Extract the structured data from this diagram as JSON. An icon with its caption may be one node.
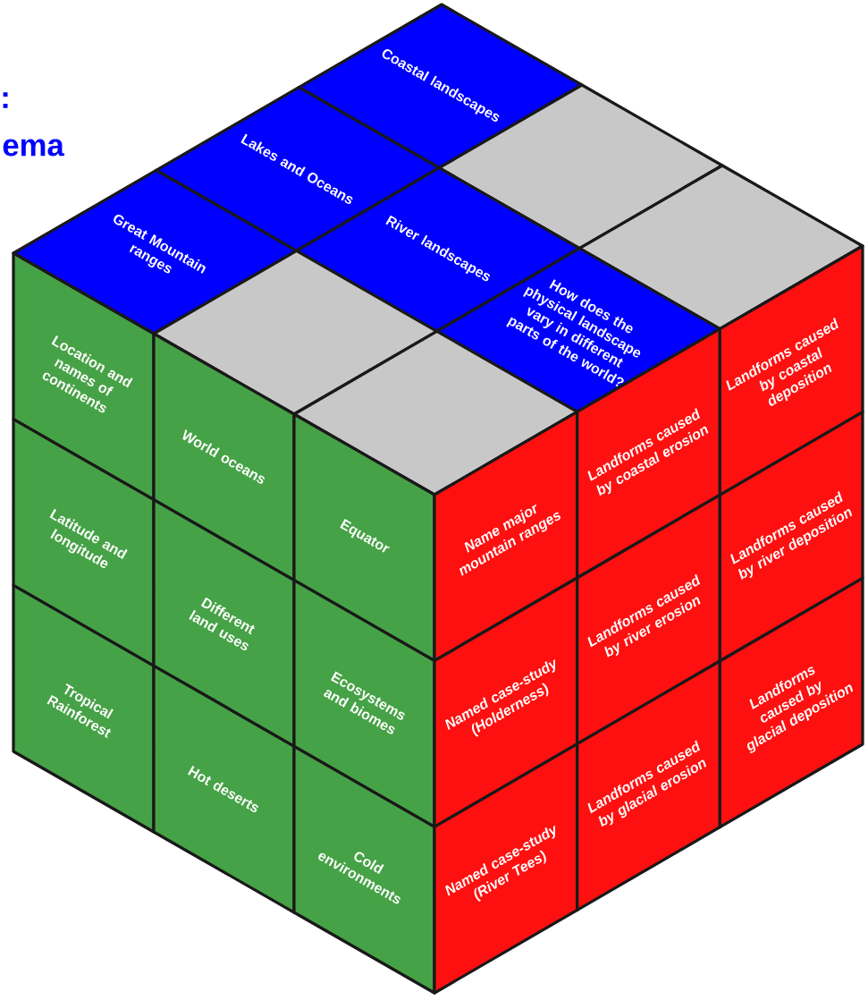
{
  "diagram": {
    "nodes": [
      {
        "text": [
          "Coastal landscapes"
        ]
      },
      {
        "text": [
          "Lakes and Oceans"
        ]
      },
      {
        "text": [],
        "shape": "diamond"
      },
      {
        "text": [
          "Great Mountain ranges"
        ]
      },
      {
        "text": [
          "River landscapes"
        ]
      },
      {
        "text": [],
        "shape": "diamond"
      },
      {
        "text": [],
        "shape": "diamond"
      },
      {
        "text": [
          "How does the physical landscape vary in different parts of the world?"
        ]
      },
      {
        "text": [],
        "shape": "diamond"
      },
      {
        "text": [
          "Location and names of continents"
        ]
      },
      {
        "text": [
          "World oceans"
        ]
      },
      {
        "text": [
          "Equator"
        ]
      },
      {
        "text": [
          "Latitude and longitude"
        ]
      },
      {
        "text": [
          "Different land uses"
        ]
      },
      {
        "text": [
          "Ecosystems and biomes"
        ]
      },
      {
        "text": [
          "Tropical Rainforest"
        ]
      },
      {
        "text": [
          "Hot deserts"
        ]
      },
      {
        "text": [
          "Cold environments"
        ]
      },
      {
        "text": [
          "Name major mountain ranges"
        ]
      },
      {
        "text": [
          "Landforms caused by coastal erosion"
        ]
      },
      {
        "text": [
          "Landforms caused by coastal deposition"
        ]
      },
      {
        "text": [
          "Named case-study (Holderness)"
        ]
      },
      {
        "text": [
          "Landforms caused by river erosion"
        ]
      },
      {
        "text": [
          "Landforms caused by river deposition"
        ]
      },
      {
        "text": [
          "Named case-study (River Tees)"
        ]
      },
      {
        "text": [
          "Landforms caused by glacial erosion"
        ]
      },
      {
        "text": [
          "Landforms caused by glacial deposition"
        ]
      }
    ],
    "labels": [
      ":",
      "ema"
    ]
  }
}
